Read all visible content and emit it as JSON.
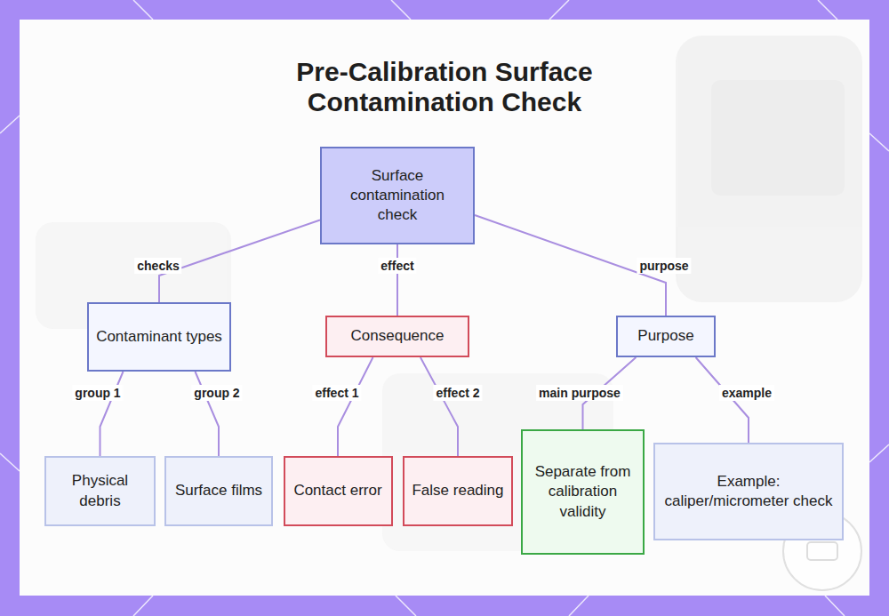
{
  "diagram": {
    "title": "Pre-Calibration Surface Contamination Check",
    "nodes": [
      {
        "text": [
          "Surface contamination check"
        ]
      },
      {
        "text": [
          "Contaminant types"
        ]
      },
      {
        "text": [
          "Consequence"
        ]
      },
      {
        "text": [
          "Purpose"
        ]
      },
      {
        "text": [
          "Physical debris"
        ]
      },
      {
        "text": [
          "Surface films"
        ]
      },
      {
        "text": [
          "Contact error"
        ]
      },
      {
        "text": [
          "False reading"
        ]
      },
      {
        "text": [
          "Separate from calibration validity"
        ]
      },
      {
        "text": [
          "Example: caliper/micrometer check"
        ]
      }
    ],
    "edges": [
      {
        "from": 0,
        "to": 1,
        "label": "checks",
        "arrow": "none"
      },
      {
        "from": 0,
        "to": 2,
        "label": "effect",
        "arrow": "none"
      },
      {
        "from": 0,
        "to": 3,
        "label": "purpose",
        "arrow": "none"
      },
      {
        "from": 1,
        "to": 4,
        "label": "group 1",
        "arrow": "none"
      },
      {
        "from": 1,
        "to": 5,
        "label": "group 2",
        "arrow": "none"
      },
      {
        "from": 2,
        "to": 6,
        "label": "effect 1",
        "arrow": "none"
      },
      {
        "from": 2,
        "to": 7,
        "label": "effect 2",
        "arrow": "none"
      },
      {
        "from": 3,
        "to": 8,
        "label": "main purpose",
        "arrow": "none"
      },
      {
        "from": 3,
        "to": 9,
        "label": "example",
        "arrow": "none"
      }
    ]
  }
}
